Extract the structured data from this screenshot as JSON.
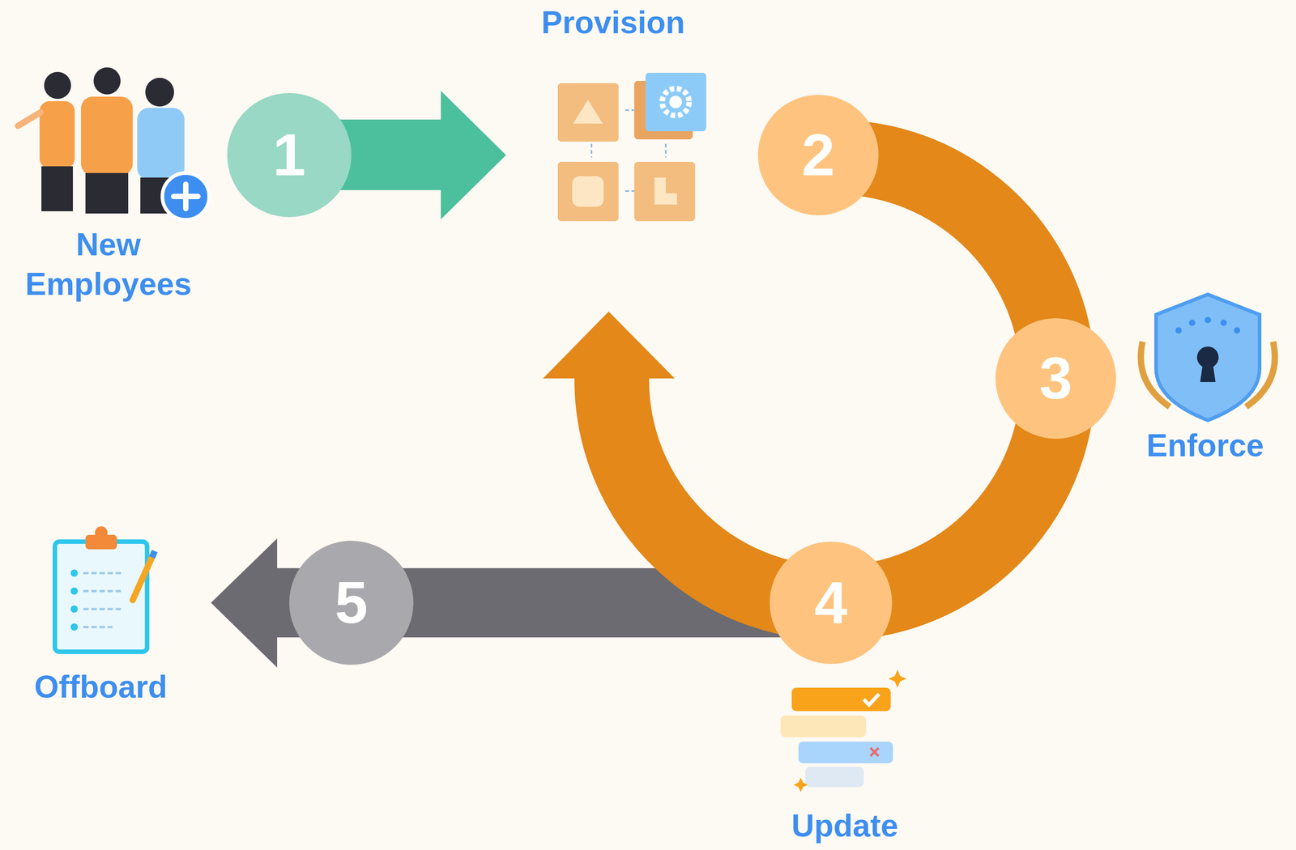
{
  "diagram": {
    "nodes": [
      {
        "text": [
          "1"
        ]
      },
      {
        "text": [
          "2"
        ]
      },
      {
        "text": [
          "3"
        ]
      },
      {
        "text": [
          "4"
        ]
      },
      {
        "text": [
          "5"
        ]
      }
    ],
    "labels": [
      "New Employees",
      "Provision",
      "Enforce",
      "Update",
      "Offboard"
    ]
  }
}
